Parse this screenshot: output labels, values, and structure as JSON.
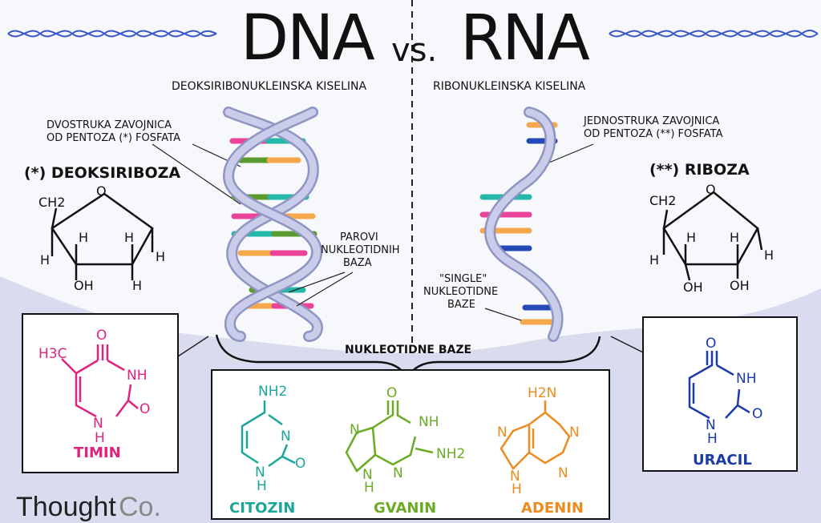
{
  "title": {
    "left": "DNA",
    "vs": "vs.",
    "right": "RNA"
  },
  "dna": {
    "subtitle": "DEOKSIRIBONUKLEINSKA KISELINA",
    "backbone_note": [
      "DVOSTRUKA ZAVOJNICA",
      "OD PENTOZA (*) FOSFATA"
    ],
    "sugar_title": "(*) DEOKSIRIBOZA",
    "pairs_note": [
      "PAROVI",
      "NUKLEOTIDNIH",
      "BAZA"
    ]
  },
  "rna": {
    "subtitle": "RIBONUKLEINSKA KISELINA",
    "backbone_note": [
      "JEDNOSTRUKA ZAVOJNICA",
      "OD PENTOZA (**) FOSFATA"
    ],
    "sugar_title": "(**) RIBOZA",
    "single_note": [
      "\"SINGLE\"",
      "NUKLEOTIDNE",
      "BAZE"
    ]
  },
  "sugar_atoms": {
    "ch2": "CH2",
    "o": "O",
    "h": "H",
    "oh": "OH"
  },
  "bases_label": "NUKLEOTIDNE BAZE",
  "molecules": {
    "timin": {
      "name": "TIMIN",
      "color": "#e0237e",
      "atoms": [
        "H3C",
        "O",
        "NH",
        "N",
        "H",
        "O"
      ]
    },
    "citozin": {
      "name": "CITOZIN",
      "color": "#1aa79a",
      "atoms": [
        "NH2",
        "N",
        "N",
        "H",
        "O"
      ]
    },
    "gvanin": {
      "name": "GVANIN",
      "color": "#6aab24",
      "atoms": [
        "O",
        "N",
        "NH",
        "N",
        "NH2",
        "N",
        "H"
      ]
    },
    "adenin": {
      "name": "ADENIN",
      "color": "#ee8a1e",
      "atoms": [
        "H2N",
        "N",
        "N",
        "N",
        "N",
        "H"
      ]
    },
    "uracil": {
      "name": "URACIL",
      "color": "#1c3aa8",
      "atoms": [
        "O",
        "NH",
        "N",
        "H",
        "O"
      ]
    }
  },
  "colors": {
    "pink": "#e9439a",
    "green": "#5b9a2e",
    "teal": "#23b8a8",
    "orange": "#f5a94c",
    "blue": "#2548b8",
    "backbone": "#b9bfe0"
  },
  "logo": {
    "part1": "Thought",
    "part2": "Co."
  }
}
